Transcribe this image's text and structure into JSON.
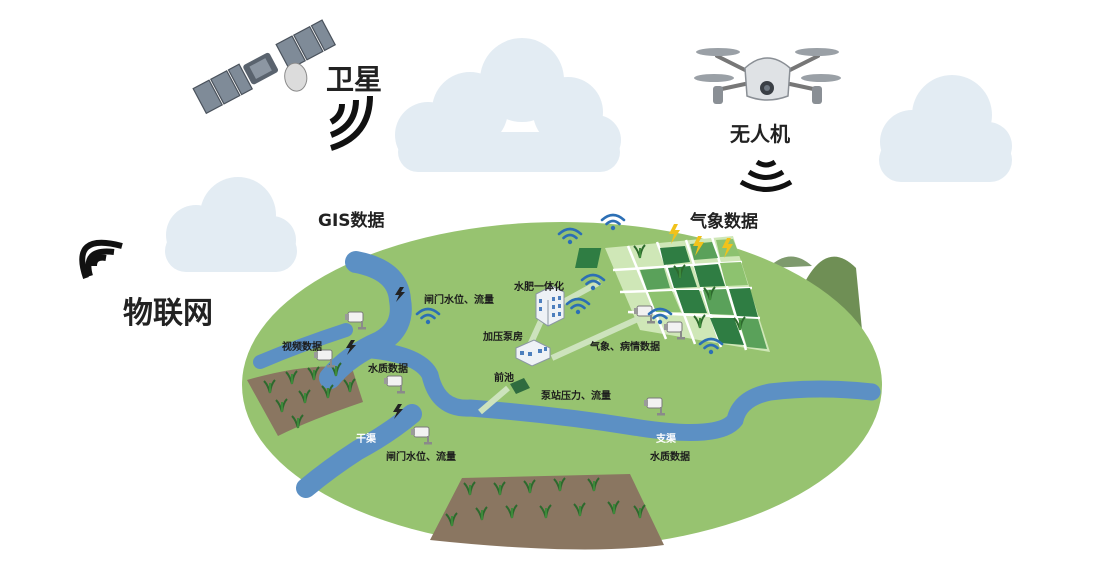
{
  "labels": {
    "satellite": "卫星",
    "drone": "无人机",
    "iot": "物联网",
    "gis": "GIS数据",
    "weather": "气象数据"
  },
  "field_labels": {
    "gate_level_top": "闸门水位、流量",
    "video_data": "视频数据",
    "water_quality_left": "水质数据",
    "trunk_canal": "干渠",
    "gate_level_bottom": "闸门水位、流量",
    "fertigation": "水肥一体化",
    "booster_pump": "加压泵房",
    "front_pool": "前池",
    "pump_pressure": "泵站压力、流量",
    "weather_pest": "气象、病情数据",
    "branch_canal": "支渠",
    "water_quality_right": "水质数据"
  },
  "colors": {
    "ground": "#97c370",
    "river": "#5c90c4",
    "field_dark": "#2f7d43",
    "field_light": "#8dc26f",
    "soil": "#8a7661",
    "cloud": "#e3ecf3",
    "wifi": "#2c6fb5"
  }
}
